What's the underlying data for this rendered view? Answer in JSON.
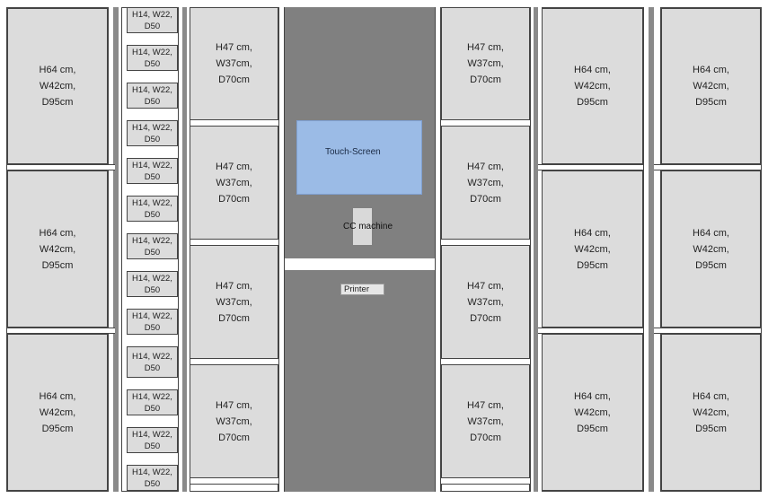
{
  "large_locker_label": "H64 cm,\nW42cm,\nD95cm",
  "medium_locker_label": "H47 cm,\nW37cm,\nD70cm",
  "small_locker_label": "H14, W22,\nD50",
  "kiosk": {
    "touch_screen": "Touch-Screen",
    "cc_machine": "CC machine",
    "printer": "Printer"
  },
  "colors": {
    "locker_fill": "#dcdcdc",
    "kiosk_fill": "#808080",
    "touch_screen_fill": "#9bbbe6",
    "outline": "#444444"
  }
}
